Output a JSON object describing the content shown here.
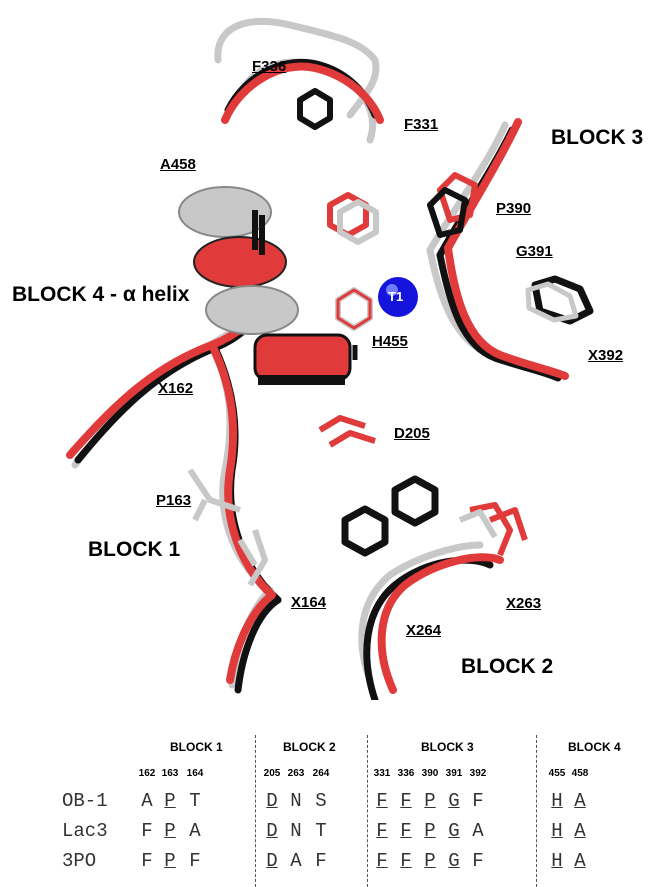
{
  "figure": {
    "block_labels": {
      "block3": "BLOCK 3",
      "block4": "BLOCK 4 - α helix",
      "block1": "BLOCK 1",
      "block2": "BLOCK 2"
    },
    "residue_labels": {
      "f336": "F336",
      "f331": "F331",
      "a458": "A458",
      "p390": "P390",
      "g391": "G391",
      "t1": "T1",
      "h455": "H455",
      "x392": "X392",
      "x162": "X162",
      "d205": "D205",
      "p163": "P163",
      "x164": "X164",
      "x263": "X263",
      "x264": "X264"
    },
    "colors": {
      "red": "#e03a3a",
      "black": "#111111",
      "grey": "#c8c8c8",
      "copper": "#1414dc"
    }
  },
  "table": {
    "blocks": [
      {
        "title": "BLOCK 1",
        "positions": [
          "162",
          "163",
          "164"
        ]
      },
      {
        "title": "BLOCK 2",
        "positions": [
          "205",
          "263",
          "264"
        ]
      },
      {
        "title": "BLOCK 3",
        "positions": [
          "331",
          "336",
          "390",
          "391",
          "392"
        ]
      },
      {
        "title": "BLOCK 4",
        "positions": [
          "455",
          "458"
        ]
      }
    ],
    "rows": [
      {
        "name": "OB-1",
        "residues": [
          [
            "A",
            "P",
            "T"
          ],
          [
            "D",
            "N",
            "S"
          ],
          [
            "F",
            "F",
            "P",
            "G",
            "F"
          ],
          [
            "H",
            "A"
          ]
        ]
      },
      {
        "name": "Lac3",
        "residues": [
          [
            "F",
            "P",
            "A"
          ],
          [
            "D",
            "N",
            "T"
          ],
          [
            "F",
            "F",
            "P",
            "G",
            "A"
          ],
          [
            "H",
            "A"
          ]
        ]
      },
      {
        "name": "3PO",
        "residues": [
          [
            "F",
            "P",
            "F"
          ],
          [
            "D",
            "A",
            "F"
          ],
          [
            "F",
            "F",
            "P",
            "G",
            "F"
          ],
          [
            "H",
            "A"
          ]
        ]
      }
    ],
    "underlined": [
      [
        false,
        true,
        false
      ],
      [
        true,
        false,
        false
      ],
      [
        true,
        true,
        true,
        true,
        false
      ],
      [
        true,
        true
      ]
    ]
  }
}
